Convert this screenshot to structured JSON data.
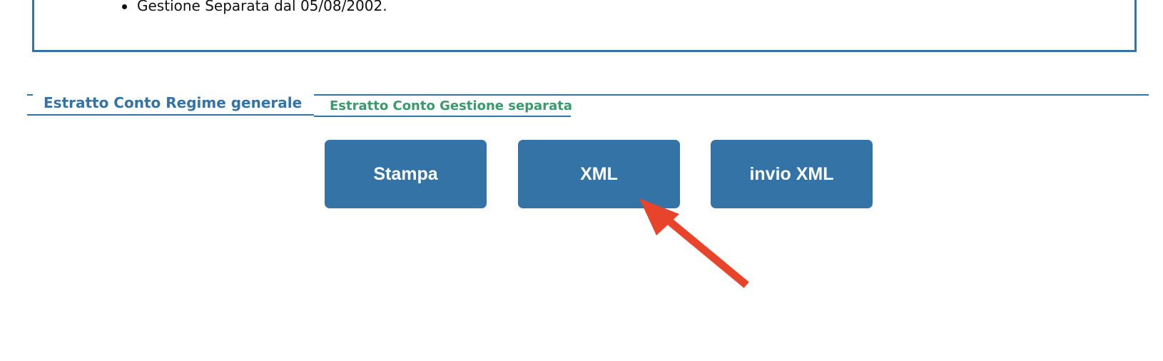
{
  "info": {
    "items": [
      "Gestione Separata dal 05/08/2002."
    ]
  },
  "tabs": [
    {
      "label": "Estratto Conto Regime generale",
      "color": "#3473a5"
    },
    {
      "label": "Estratto Conto Gestione separata",
      "color": "#3b9a6b"
    }
  ],
  "buttons": {
    "stampa": "Stampa",
    "xml": "XML",
    "invio_xml": "invio XML"
  },
  "colors": {
    "primary": "#3473a5",
    "tab_active": "#3b9a6b",
    "annotation_arrow": "#e8442b"
  },
  "annotation": {
    "icon": "red-arrow-icon"
  }
}
